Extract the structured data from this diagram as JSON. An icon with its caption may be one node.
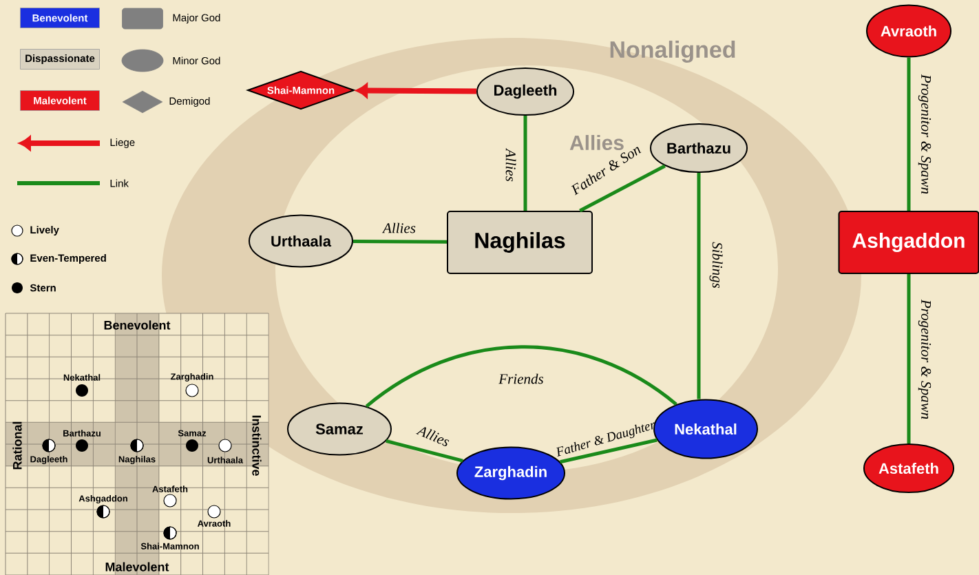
{
  "diagram": {
    "nodes": [
      {
        "text": [
          "Shai-Mamnon"
        ]
      },
      {
        "text": [
          "Dagleeth"
        ]
      },
      {
        "text": [
          "Barthazu"
        ]
      },
      {
        "text": [
          "Naghilas"
        ]
      },
      {
        "text": [
          "Urthaala"
        ]
      },
      {
        "text": [
          "Samaz"
        ]
      },
      {
        "text": [
          "Zarghadin"
        ]
      },
      {
        "text": [
          "Nekathal"
        ]
      },
      {
        "text": [
          "Avraoth"
        ]
      },
      {
        "text": [
          "Ashgaddon"
        ]
      },
      {
        "text": [
          "Astafeth"
        ]
      }
    ],
    "edges": [
      {
        "from": 1,
        "to": 0,
        "arrow": "to",
        "color": "#e8141c"
      },
      {
        "from": 1,
        "to": 3,
        "arrow": "none",
        "label": "Allies"
      },
      {
        "from": 3,
        "to": 2,
        "arrow": "none",
        "label": "Father & Son"
      },
      {
        "from": 4,
        "to": 3,
        "arrow": "none",
        "label": "Allies"
      },
      {
        "from": 2,
        "to": 7,
        "arrow": "none",
        "label": "Siblings"
      },
      {
        "from": 5,
        "to": 7,
        "arrow": "none",
        "label": "Friends"
      },
      {
        "from": 5,
        "to": 6,
        "arrow": "none",
        "label": "Allies"
      },
      {
        "from": 6,
        "to": 7,
        "arrow": "none",
        "label": "Father & Daughter"
      },
      {
        "from": 8,
        "to": 9,
        "arrow": "none",
        "label": "Progenitor & Spawn"
      },
      {
        "from": 9,
        "to": 10,
        "arrow": "none",
        "label": "Progenitor & Spawn"
      }
    ],
    "labels": [
      "Nonaligned",
      "Allies",
      "Benevolent",
      "Nekathal",
      "Zarghadin",
      "Barthazu",
      "Samaz",
      "Rational",
      "Instinctive",
      "Dagleeth",
      "Naghilas",
      "Urthaala",
      "Astafeth",
      "Ashgaddon",
      "Avraoth",
      "Shai-Mamnon",
      "Malevolent"
    ],
    "legend": [
      {
        "text": "Benevolent",
        "color": "#1a2fe0"
      },
      {
        "text": "Major God"
      },
      {
        "text": "Dispassionate",
        "color": "#d9d2c0"
      },
      {
        "text": "Minor God"
      },
      {
        "text": "Malevolent",
        "color": "#e8141c"
      },
      {
        "text": "Demigod"
      },
      {
        "text": "Liege"
      },
      {
        "text": "Link"
      },
      {
        "text": "Lively"
      },
      {
        "text": "Even-Tempered"
      },
      {
        "text": "Stern"
      }
    ]
  }
}
